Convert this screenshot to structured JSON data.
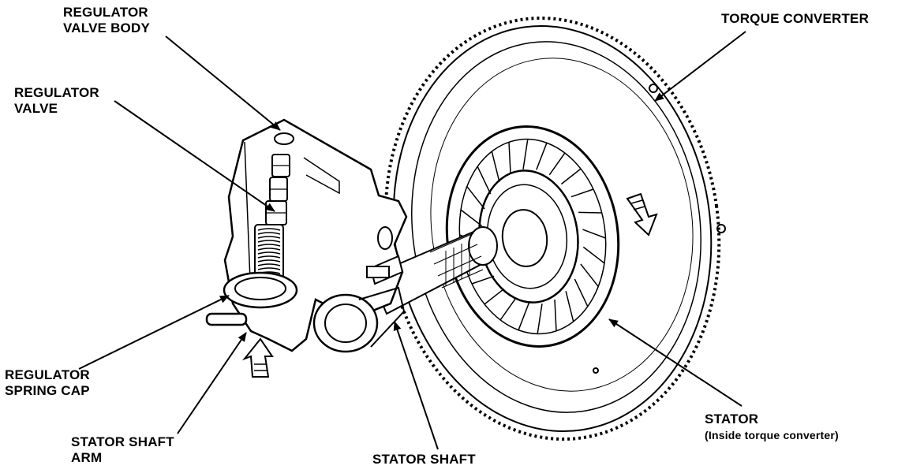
{
  "labels": {
    "regulator_valve_body": [
      "REGULATOR",
      "VALVE BODY"
    ],
    "regulator_valve": [
      "REGULATOR",
      "VALVE"
    ],
    "torque_converter": "TORQUE CONVERTER",
    "regulator_spring_cap": [
      "REGULATOR",
      "SPRING CAP"
    ],
    "stator_shaft_arm": [
      "STATOR SHAFT",
      "ARM"
    ],
    "stator_shaft": "STATOR SHAFT",
    "stator": "STATOR",
    "stator_note": "(Inside torque converter)"
  }
}
